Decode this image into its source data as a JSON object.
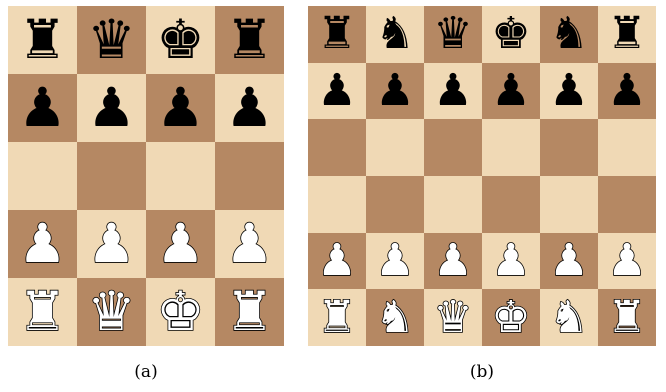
{
  "colors": {
    "light_square": "#f0d9b5",
    "dark_square": "#b58863",
    "black_piece": "#000000",
    "white_piece": "#ffffff"
  },
  "boards": [
    {
      "caption": "(a)",
      "first_square": "light",
      "rows": [
        [
          "black-rook",
          "black-queen",
          "black-king",
          "black-rook"
        ],
        [
          "black-pawn",
          "black-pawn",
          "black-pawn",
          "black-pawn"
        ],
        [
          "",
          "",
          "",
          ""
        ],
        [
          "white-pawn",
          "white-pawn",
          "white-pawn",
          "white-pawn"
        ],
        [
          "white-rook",
          "white-queen",
          "white-king",
          "white-rook"
        ]
      ]
    },
    {
      "caption": "(b)",
      "first_square": "dark",
      "rows": [
        [
          "black-rook",
          "black-knight",
          "black-queen",
          "black-king",
          "black-knight",
          "black-rook"
        ],
        [
          "black-pawn",
          "black-pawn",
          "black-pawn",
          "black-pawn",
          "black-pawn",
          "black-pawn"
        ],
        [
          "",
          "",
          "",
          "",
          "",
          ""
        ],
        [
          "",
          "",
          "",
          "",
          "",
          ""
        ],
        [
          "white-pawn",
          "white-pawn",
          "white-pawn",
          "white-pawn",
          "white-pawn",
          "white-pawn"
        ],
        [
          "white-rook",
          "white-knight",
          "white-queen",
          "white-king",
          "white-knight",
          "white-rook"
        ]
      ]
    }
  ]
}
